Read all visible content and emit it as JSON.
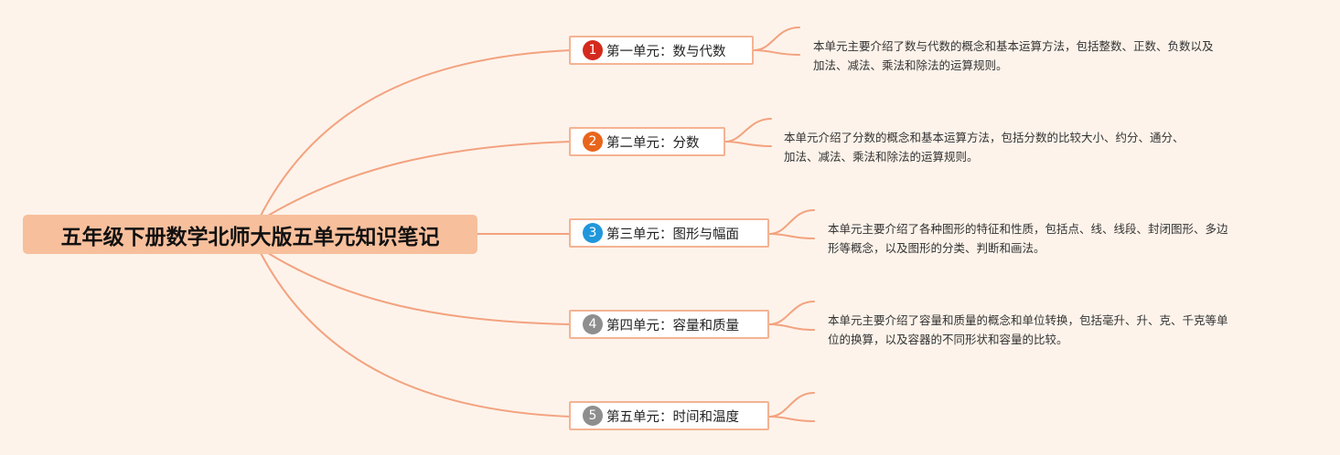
{
  "title": "五年级下册数学北师大版五单元知识笔记",
  "colors": {
    "background": "#fdf3ea",
    "root_fill": "#f7bf9c",
    "branch_line": "#f3a27f",
    "topic_border": "#f4b393"
  },
  "units": [
    {
      "number": "1",
      "label": "第一单元：数与代数",
      "badge_color": "#d42a1e",
      "note_lines": [
        "本单元主要介绍了数与代数的概念和基本运算方法，包括整数、正数、负数以及",
        "加法、减法、乘法和除法的运算规则。"
      ]
    },
    {
      "number": "2",
      "label": "第二单元：分数",
      "badge_color": "#e8651c",
      "note_lines": [
        "本单元介绍了分数的概念和基本运算方法，包括分数的比较大小、约分、通分、",
        "加法、减法、乘法和除法的运算规则。"
      ]
    },
    {
      "number": "3",
      "label": "第三单元：图形与幅面",
      "badge_color": "#2197db",
      "note_lines": [
        "本单元主要介绍了各种图形的特征和性质，包括点、线、线段、封闭图形、多边",
        "形等概念，以及图形的分类、判断和画法。"
      ]
    },
    {
      "number": "4",
      "label": "第四单元：容量和质量",
      "badge_color": "#8e8e8e",
      "note_lines": [
        "本单元主要介绍了容量和质量的概念和单位转换，包括毫升、升、克、千克等单",
        "位的换算，以及容器的不同形状和容量的比较。"
      ]
    },
    {
      "number": "5",
      "label": "第五单元：时间和温度",
      "badge_color": "#8e8e8e",
      "note_lines": []
    }
  ]
}
